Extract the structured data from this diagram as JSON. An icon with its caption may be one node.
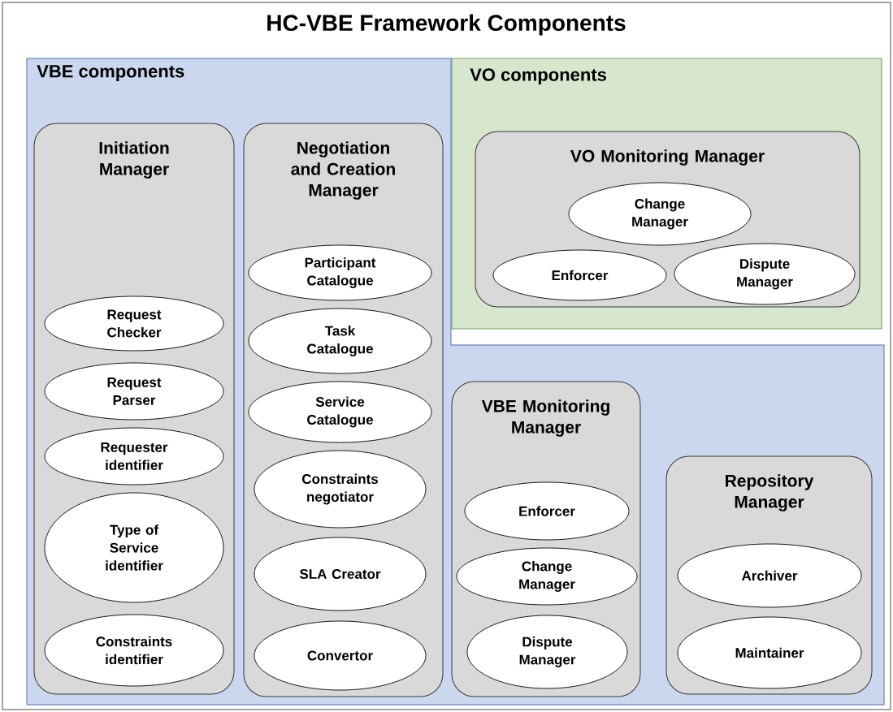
{
  "diagram": {
    "title": "HC-VBE Framework Components",
    "nodes": [
      {
        "text": [
          "VBE components"
        ]
      },
      {
        "text": [
          "Initiation Manager"
        ],
        "in": 0
      },
      {
        "text": [
          "Request Checker"
        ],
        "in": 1
      },
      {
        "text": [
          "Request Parser"
        ],
        "in": 1
      },
      {
        "text": [
          "Requester identifier"
        ],
        "in": 1
      },
      {
        "text": [
          "Type of Service identifier"
        ],
        "in": 1
      },
      {
        "text": [
          "Constraints identifier"
        ],
        "in": 1
      },
      {
        "text": [
          "Negotiation and Creation Manager"
        ],
        "in": 0
      },
      {
        "text": [
          "Participant Catalogue"
        ],
        "in": 7
      },
      {
        "text": [
          "Task Catalogue"
        ],
        "in": 7
      },
      {
        "text": [
          "Service Catalogue"
        ],
        "in": 7
      },
      {
        "text": [
          "Constraints negotiator"
        ],
        "in": 7
      },
      {
        "text": [
          "SLA Creator"
        ],
        "in": 7
      },
      {
        "text": [
          "Convertor"
        ],
        "in": 7
      },
      {
        "text": [
          "VBE Monitoring Manager"
        ],
        "in": 0
      },
      {
        "text": [
          "Enforcer"
        ],
        "in": 14
      },
      {
        "text": [
          "Change Manager"
        ],
        "in": 14
      },
      {
        "text": [
          "Dispute Manager"
        ],
        "in": 14
      },
      {
        "text": [
          "Repository Manager"
        ],
        "in": 0
      },
      {
        "text": [
          "Archiver"
        ],
        "in": 18
      },
      {
        "text": [
          "Maintainer"
        ],
        "in": 18
      },
      {
        "text": [
          "VO components"
        ]
      },
      {
        "text": [
          "VO Monitoring Manager"
        ],
        "in": 21
      },
      {
        "text": [
          "Change Manager"
        ],
        "in": 22
      },
      {
        "text": [
          "Enforcer"
        ],
        "in": 22
      },
      {
        "text": [
          "Dispute Manager"
        ],
        "in": 22
      }
    ]
  }
}
